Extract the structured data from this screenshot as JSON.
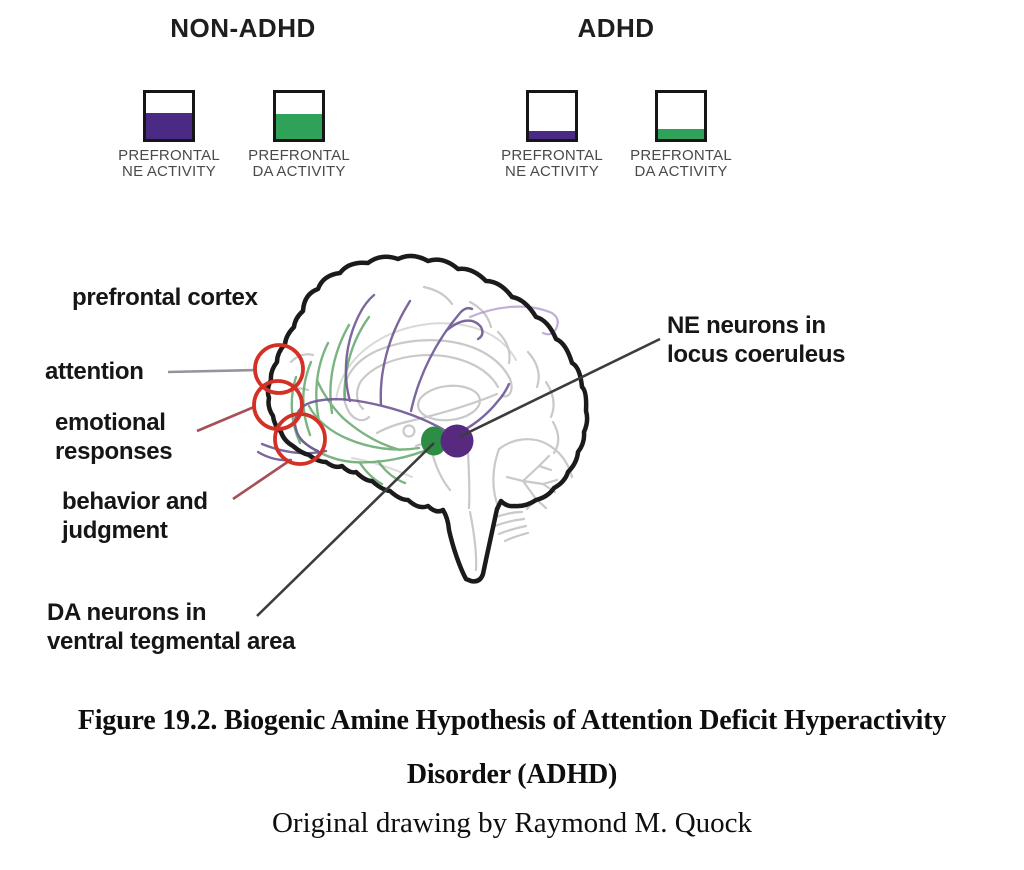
{
  "legend": {
    "non_adhd": {
      "title": "NON-ADHD",
      "meters": [
        {
          "label_line1": "PREFRONTAL",
          "label_line2": "NE ACTIVITY",
          "fill_percent": 56,
          "color": "#4a2a85"
        },
        {
          "label_line1": "PREFRONTAL",
          "label_line2": "DA ACTIVITY",
          "fill_percent": 54,
          "color": "#2fa159"
        }
      ]
    },
    "adhd": {
      "title": "ADHD",
      "meters": [
        {
          "label_line1": "PREFRONTAL",
          "label_line2": "NE ACTIVITY",
          "fill_percent": 18,
          "color": "#4a2a85"
        },
        {
          "label_line1": "PREFRONTAL",
          "label_line2": "DA ACTIVITY",
          "fill_percent": 22,
          "color": "#2fa159"
        }
      ]
    }
  },
  "diagram": {
    "labels": {
      "prefrontal_cortex": "prefrontal cortex",
      "attention": "attention",
      "emotional_line1": "emotional",
      "emotional_line2": "responses",
      "behavior_line1": "behavior and",
      "behavior_line2": "judgment",
      "ne_line1": "NE neurons in",
      "ne_line2": "locus coeruleus",
      "da_line1": "DA neurons in",
      "da_line2": "ventral tegmental area"
    },
    "colors": {
      "outline": "#1b1b1b",
      "sketch_gray": "#c9c9c9",
      "sketch_light": "#d9d9d9",
      "ne_fiber": "#6d5794",
      "ne_fiber_light": "#b49ad0",
      "da_fiber": "#63a86c",
      "ne_nucleus": "#572a80",
      "da_nucleus": "#2d8c45",
      "highlight_red": "#d43126",
      "leader_dark": "#3c3c3c",
      "leader_red": "#a64f58",
      "leader_gray": "#9494a0"
    }
  },
  "caption": {
    "line1": "Figure 19.2. Biogenic Amine Hypothesis of Attention Deficit Hyperactivity",
    "line2": "Disorder (ADHD)",
    "credit": "Original drawing by Raymond M. Quock"
  }
}
